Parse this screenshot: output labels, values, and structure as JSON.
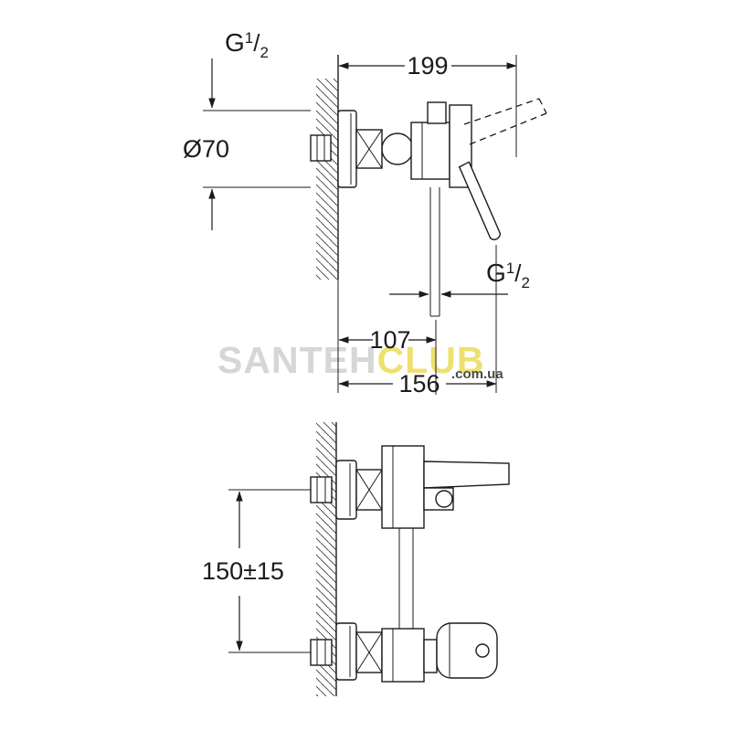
{
  "drawing": {
    "background": "#ffffff",
    "line_color": "#1b1b1b"
  },
  "watermark": {
    "part1": "SANTEH",
    "part2": "CLUB",
    "suffix": ".com.ua",
    "color1": "#cccccc",
    "color2": "#e9d94c"
  },
  "g_half": {
    "base": "G",
    "sup": "1",
    "slash": "/",
    "sub": "2"
  },
  "top_view": {
    "flange_diameter": "Ø70",
    "depth": "199",
    "outlet_offset": "107",
    "handle_reach": "156"
  },
  "front_view": {
    "inlet_spacing": "150±15"
  }
}
